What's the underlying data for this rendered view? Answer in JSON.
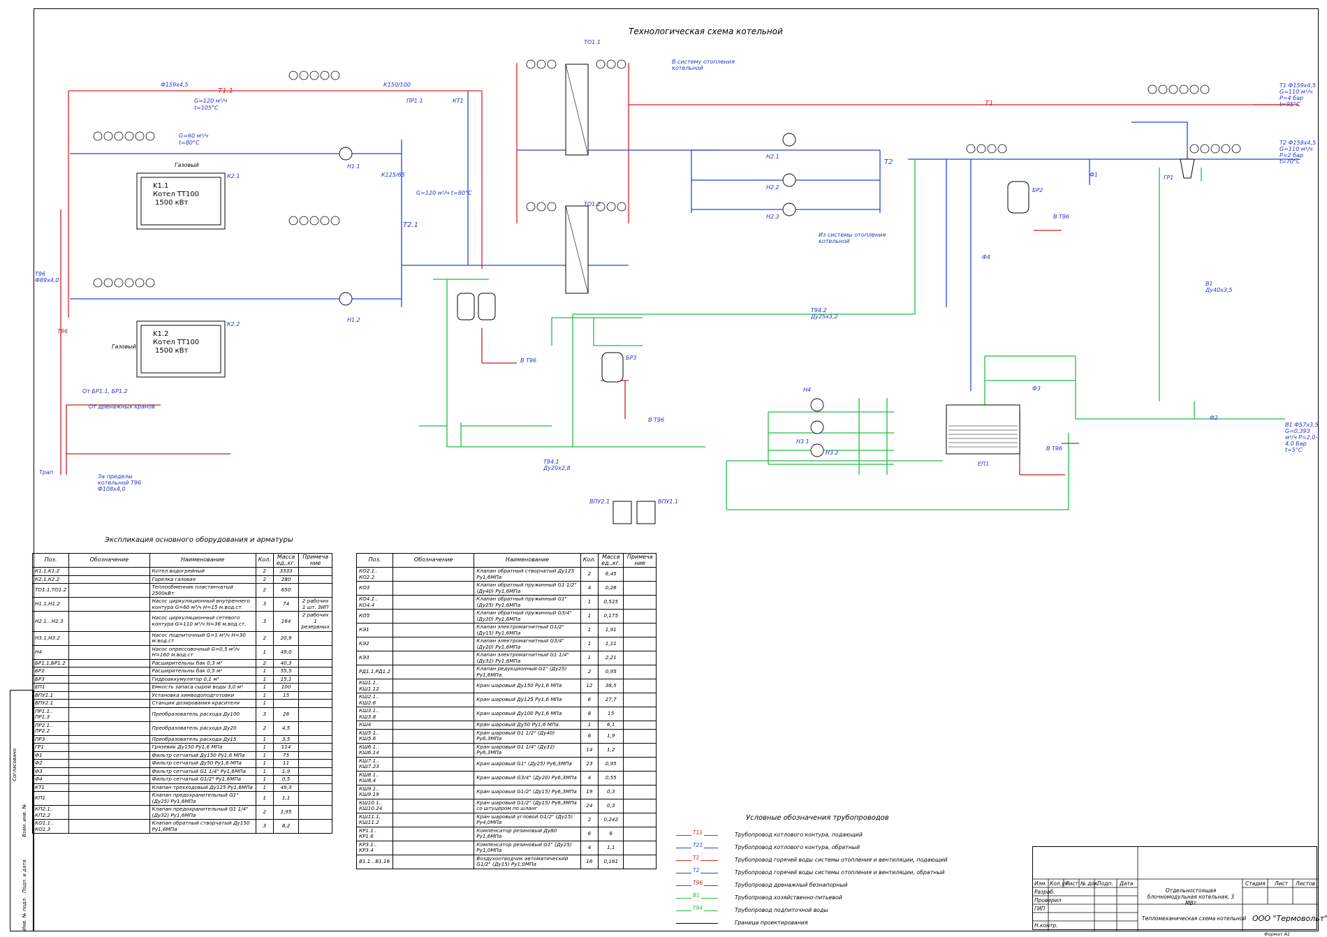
{
  "diagram": {
    "title": "Технологическая схема котельной",
    "boilers": [
      {
        "id": "K1.1",
        "name": "Котел ТТ100",
        "power": "1500 кВт"
      },
      {
        "id": "K1.2",
        "name": "Котел ТТ100",
        "power": "1500 кВт"
      }
    ],
    "labels": {
      "t11": "Т1.1",
      "t1": "Т1",
      "t2": "Т2",
      "t21": "Т2.1",
      "t96": "Т96",
      "pipe_t11": "Ф159х4,5",
      "flow_g120": "G=120 м³/ч",
      "temp105": "t=105°C",
      "flow_g60": "G=60 м³/ч",
      "temp80": "t=80°C",
      "hx1": "ТО1.1",
      "hx2": "ТО1.2",
      "to_heating": "В систему отопления котельной",
      "from_heating": "Из системы отопления котельной",
      "t1_right": "Т1 Ф159х4,5 G=110 м³/ч Р=4 бар t=95°C",
      "t2_right": "Т2 Ф159х4,5 G=110 м³/ч Р=2 бар t=70°C",
      "v1_right": "В1 Ф57х3,5 G=0,393 м³/ч Р=2,0-4,0 Бар t=5°C",
      "v1_mid": "В1 Ду40х3,5",
      "ep1": "ЕП1",
      "br2": "БР2",
      "br3": "БР3",
      "vpu21": "ВПУ2.1",
      "vpu11": "ВПУ1.1",
      "drain": "От дренажных кранов",
      "from_br": "От БР1.1, БР1.2",
      "trap": "Трап",
      "outside": "За пределы котельной Т96 Ф108х4,0",
      "t96_left": "Т96 Ф89х4,0",
      "gas": "Газовый",
      "to_t96": "В Т96",
      "flow_g120_t2": "G=120 м³/ч t=80°C",
      "k150": "К150/100",
      "k125": "К125/65",
      "kt1": "КТ1",
      "pr11": "ПР1.1",
      "n11": "Н1.1",
      "n12": "Н1.2",
      "n21": "Н2.1",
      "n22": "Н2.2",
      "n23": "Н2.3",
      "n31": "Н3.1",
      "n32": "Н3.2",
      "n4": "Н4",
      "k2_1": "К2.1",
      "k2_2": "К2.2",
      "f1": "Ф1",
      "f2": "Ф2",
      "f3": "Ф3",
      "f4": "Ф4",
      "gr1": "ГР1",
      "t94": "Т94.1 Ду20х2,8",
      "t942": "Т94.2 Ду25х3,2"
    }
  },
  "spec_title": "Экспликация основного оборудования и арматуры",
  "spec_headers": [
    "Поз.",
    "Обозначение",
    "Наименование",
    "Кол.",
    "Масса ед.,кг.",
    "Примеча ние"
  ],
  "spec_left": [
    [
      "К1.1,К1.2",
      "",
      "Котел водогрейный",
      "2",
      "3333",
      ""
    ],
    [
      "К2.1,К2.2",
      "",
      "Горелка газовая",
      "2",
      "280",
      ""
    ],
    [
      "ТО1.1,ТО1.2",
      "",
      "Теплообменник пластинчатый 2500кВт",
      "2",
      "650",
      ""
    ],
    [
      "Н1.1,Н1.2",
      "",
      "Насос циркуляционный внутреннего контура G=60 м³/ч Н=15 м.вод.ст.",
      "3",
      "74",
      "2 рабочих 1 шт. ЗИП"
    ],
    [
      "Н2.1...Н2.3",
      "",
      "Насос циркуляционный сетевого контура G=110 м³/ч Н=36 м.вод.ст.",
      "3",
      "164",
      "2 рабочих 1 резервных"
    ],
    [
      "Н3.1,Н3.2",
      "",
      "Насос подпиточный G=1 м³/ч Н=30 м.вод.ст",
      "2",
      "20,9",
      ""
    ],
    [
      "Н4",
      "",
      "Насос опрессовочный G=0,5 м³/ч Н=160 м.вод.ст",
      "1",
      "49,0",
      ""
    ],
    [
      "БР1.1,БР1.2",
      "",
      "Расширительны бак 0,3 м³",
      "2",
      "40,3",
      ""
    ],
    [
      "БР2",
      "",
      "Расширительны бак 0,5 м³",
      "1",
      "55,5",
      ""
    ],
    [
      "БР3",
      "",
      "Гидроаккумулятор 0,1 м³",
      "1",
      "15,1",
      ""
    ],
    [
      "ЕП1",
      "",
      "Емкость запаса сырой воды 3,0 м³",
      "1",
      "100",
      ""
    ],
    [
      "ВПУ1.1",
      "",
      "Установка химводоподготовки",
      "1",
      "15",
      ""
    ],
    [
      "ВПУ2.1",
      "",
      "Станция дозирования красителя",
      "1",
      "",
      ""
    ],
    [
      "ПР1.1.. ПР1.3",
      "",
      "Преобразователь расхода Ду100",
      "3",
      "26",
      ""
    ],
    [
      "ПР2.1.. ПР2.2",
      "",
      "Преобразователь расхода Ду20",
      "2",
      "4,5",
      ""
    ],
    [
      "ПР3",
      "",
      "Преобразователь расхода Ду15",
      "1",
      "3,5",
      ""
    ],
    [
      "ГР1",
      "",
      "Грязевик Ду150 Ру1,6 МПа",
      "1",
      "114",
      ""
    ],
    [
      "Ф1",
      "",
      "Фильтр сетчатый Ду150 Ру1,6 МПа",
      "1",
      "75",
      ""
    ],
    [
      "Ф2",
      "",
      "Фильтр сетчатый Ду50 Ру1,6 МПа",
      "1",
      "11",
      ""
    ],
    [
      "Ф3",
      "",
      "Фильтр сетчатый G1 1/4\" Ру1,6МПа",
      "1",
      "1,9",
      ""
    ],
    [
      "Ф4",
      "",
      "Фильтр сетчатый G1/2\" Ру1,6МПа",
      "1",
      "0,5",
      ""
    ],
    [
      "КТ1",
      "",
      "Клапан трехходовый Ду125 Ру1,6МПа",
      "1",
      "49,3",
      ""
    ],
    [
      "КП1",
      "",
      "Клапан предохранительный G1\" (Ду25) Ру1,6МПа",
      "1",
      "1,1",
      ""
    ],
    [
      "КП2.1.. КП2.2",
      "",
      "Клапан предохранительный G1 1/4\" (Ду32) Ру1,6МПа",
      "2",
      "1,95",
      ""
    ],
    [
      "КО1.1.. КО1.3",
      "",
      "Клапан обратный створчатый Ду150 Ру1,6МПа",
      "3",
      "8,2",
      ""
    ]
  ],
  "spec_right": [
    [
      "КО2.1.. КО2.2",
      "",
      "Клапан обратный створчатый Ду125 Ру1,6МПа",
      "2",
      "6,45",
      ""
    ],
    [
      "КО3",
      "",
      "Клапан обратный пружинный G1 1/2\" (Ду40) Ру1,6МПа",
      "4",
      "0,26",
      ""
    ],
    [
      "КО4.1.. КО4.4",
      "",
      "Клапан обратный пружинный G1\" (Ду25) Ру1,6МПа",
      "1",
      "0,525",
      ""
    ],
    [
      "КО5",
      "",
      "Клапан обратный пружинный G3/4\" (Ду20) Ру1,6МПа",
      "1",
      "0,175",
      ""
    ],
    [
      "КЭ1",
      "",
      "Клапан электромагнитный G1/2\" (Ду15) Ру1,6МПа",
      "1",
      "1,91",
      ""
    ],
    [
      "КЭ2",
      "",
      "Клапан электромагнитный G3/4\" (Ду20) Ру1,6МПа",
      "1",
      "1,11",
      ""
    ],
    [
      "КЭ3",
      "",
      "Клапан электромагнитный G1 1/4\" (Ду32) Ру1,6МПа",
      "1",
      "2,21",
      ""
    ],
    [
      "РД1.1,РД1.2",
      "",
      "Клапан редукционный G1\" (Ду25) Ру1,6МПа",
      "2",
      "0,95",
      ""
    ],
    [
      "КШ1.1.. КШ1.12",
      "",
      "Кран шаровый Ду150 Ру1,6 МПа",
      "12",
      "38,5",
      ""
    ],
    [
      "КШ2.1.. КШ2.6",
      "",
      "Кран шаровый Ду125 Ру1,6 МПа",
      "6",
      "27,7",
      ""
    ],
    [
      "КШ3.1.. КШ3.8",
      "",
      "Кран шаровый Ду100 Ру1,6 МПа",
      "8",
      "15",
      ""
    ],
    [
      "КШ4",
      "",
      "Кран шаровый Ду50 Ру1,6 МПа",
      "1",
      "6,1",
      ""
    ],
    [
      "КШ5.1.. КШ5.6",
      "",
      "Кран шаровый G1 1/2\" (Ду40) Ру6,3МПа",
      "6",
      "1,9",
      ""
    ],
    [
      "КШ6.1.. КШ6.14",
      "",
      "Кран шаровый G1 1/4\" (Ду32) Ру6,3МПа",
      "14",
      "1,2",
      ""
    ],
    [
      "КШ7.1.. КШ7.23",
      "",
      "Кран шаровый G1\" (Ду25) Ру6,3МПа",
      "23",
      "0,95",
      ""
    ],
    [
      "КШ8.1.. КШ8.4",
      "",
      "Кран шаровый G3/4\" (Ду20) Ру6,3МПа",
      "4",
      "0,55",
      ""
    ],
    [
      "КШ9.1.. КШ9.19",
      "",
      "Кран шаровый G1/2\" (Ду15) Ру6,3МПа",
      "19",
      "0,3",
      ""
    ],
    [
      "КШ10.1.. КШ10.24",
      "",
      "Кран шаровый G1/2\" (Ду15) Ру6,3МПа со штуцером по шланг",
      "24",
      "0,3",
      ""
    ],
    [
      "КШ11.1, КШ11.2",
      "",
      "Кран шаровый угловой G1/2\" (Ду15) Ру4,0МПа",
      "2",
      "0,242",
      ""
    ],
    [
      "КР1.1.. КР1.6",
      "",
      "Компенсатор резиновый Ду80 Ру1,6МПа",
      "6",
      "6",
      ""
    ],
    [
      "КР3.1.. КР3.4",
      "",
      "Компенсатор резиновый G1\" (Ду25) Ру1,0МПа",
      "4",
      "1,1",
      ""
    ],
    [
      "В1.1...В1.16",
      "",
      "Воздухоотводчик автоматический G1/2\" (Ду15) Ру1,0МПа",
      "16",
      "0,161",
      ""
    ]
  ],
  "legend_title": "Условные обозначения трубопроводов",
  "legend": [
    {
      "code": "Т11",
      "color": "#e02020",
      "text": "Трубопровод котлового контура, подающий"
    },
    {
      "code": "Т21",
      "color": "#2244dd",
      "text": "Трубопровод котлового контура, обратный"
    },
    {
      "code": "Т1",
      "color": "#e02020",
      "text": "Трубопровод горячей воды системы отопления и вентиляции, подающий"
    },
    {
      "code": "Т2",
      "color": "#2244dd",
      "text": "Трубопровод горячей воды системы отопления и вентиляции, обратный"
    },
    {
      "code": "Т96",
      "color": "#c02020",
      "text": "Трубопровод дренажный безнапорный"
    },
    {
      "code": "В1",
      "color": "#22bb44",
      "text": "Трубопровод хозяйственно-питьевой"
    },
    {
      "code": "Т94",
      "color": "#22bb44",
      "text": "Трубопровод подпиточной воды"
    },
    {
      "code": "",
      "color": "#000000",
      "text": "Граница проектирования"
    }
  ],
  "titleblock": {
    "rows": [
      "Изм.",
      "Кол.уч",
      "Лист",
      "№ док.",
      "Подп.",
      "Дата"
    ],
    "roles": [
      "Разраб.",
      "Проверил",
      "ГИП",
      "",
      "Н.контр."
    ],
    "object": "Отдельностоящая блочномодульная котельная, 3 МВт",
    "sheet_title": "Тепломеханическая схема котельной",
    "stage": "Стадия",
    "list": "Лист",
    "lists": "Листов",
    "company": "ООО \"Термовольт\"",
    "format": "Формат А1"
  },
  "side_stamp": [
    "Согласовано",
    "Взам. инв. №",
    "Подп. и дата",
    "Инв. № подл."
  ]
}
